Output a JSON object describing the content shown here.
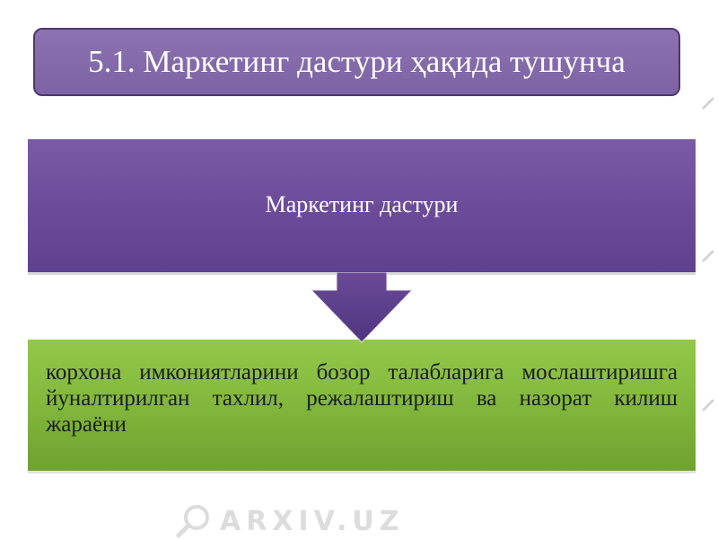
{
  "title": "5.1. Маркетинг дастури ҳақида тушунча",
  "top_block": {
    "label": "Маркетинг дастури"
  },
  "bottom_block": {
    "text": "корхона имкониятларини бозор талабларига мослаштиришга йуналтирилган тахлил, режалаштириш ва назорат килиш жараёни"
  },
  "watermark": {
    "text": "ARXIV.UZ",
    "icon": "search-magnifier-icon"
  },
  "colors": {
    "title_bg": "#8068a8",
    "top_block_bg": "#6a4a98",
    "bottom_block_bg": "#80b63c",
    "arrow": "#5e4190"
  }
}
